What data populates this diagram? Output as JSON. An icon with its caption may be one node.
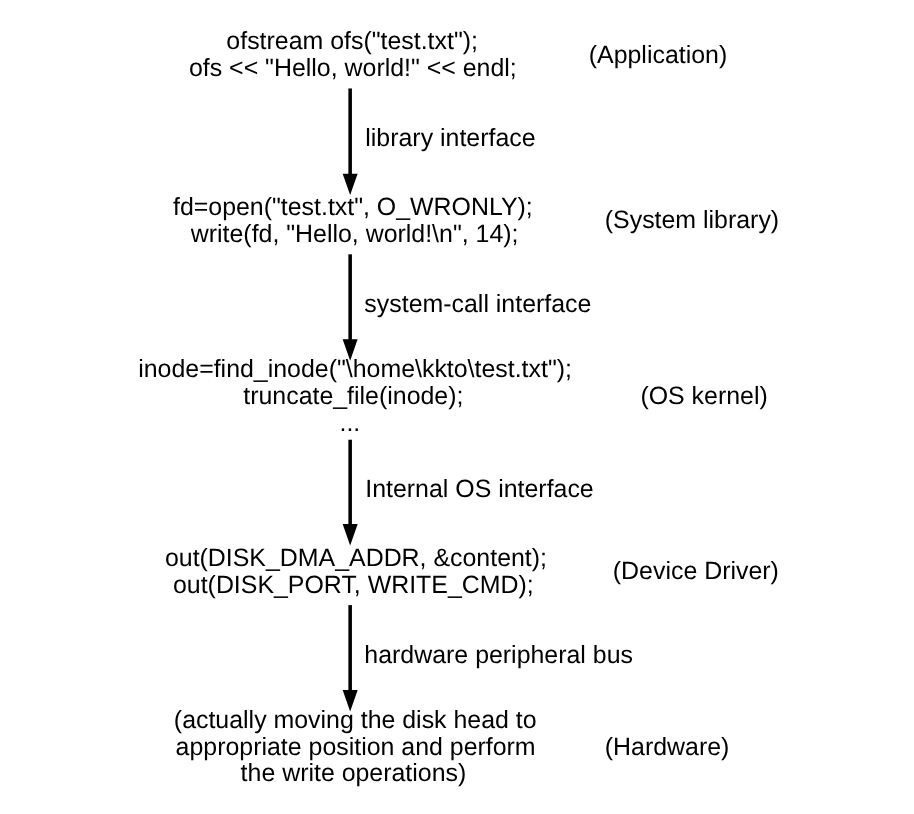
{
  "diagram": {
    "nodes": [
      {
        "text": [
          "ofstream ofs(\"test.txt\");",
          "ofs << \"Hello, world!\" << endl;"
        ],
        "beside": [
          "(Application)"
        ]
      },
      {
        "text": [
          "fd=open(\"test.txt\", O_WRONLY);",
          "write(fd, \"Hello, world!\\n\", 14);"
        ],
        "beside": [
          "(System library)"
        ]
      },
      {
        "text": [
          "inode=find_inode(\"\\home\\kkto\\test.txt\");",
          "truncate_file(inode);",
          "..."
        ],
        "beside": [
          "(OS kernel)"
        ]
      },
      {
        "text": [
          "out(DISK_DMA_ADDR, &content);",
          "out(DISK_PORT, WRITE_CMD);"
        ],
        "beside": [
          "(Device Driver)"
        ]
      },
      {
        "text": [
          "(actually moving the disk head to appropriate position and perform the write operations)"
        ],
        "beside": [
          "(Hardware)"
        ]
      }
    ],
    "edges": [
      {
        "from": 0,
        "to": 1,
        "arrow": "to",
        "label": "library interface"
      },
      {
        "from": 1,
        "to": 2,
        "arrow": "to",
        "label": "system-call interface"
      },
      {
        "from": 2,
        "to": 3,
        "arrow": "to",
        "label": "Internal OS interface"
      },
      {
        "from": 3,
        "to": 4,
        "arrow": "to",
        "label": "hardware peripheral bus"
      }
    ]
  }
}
